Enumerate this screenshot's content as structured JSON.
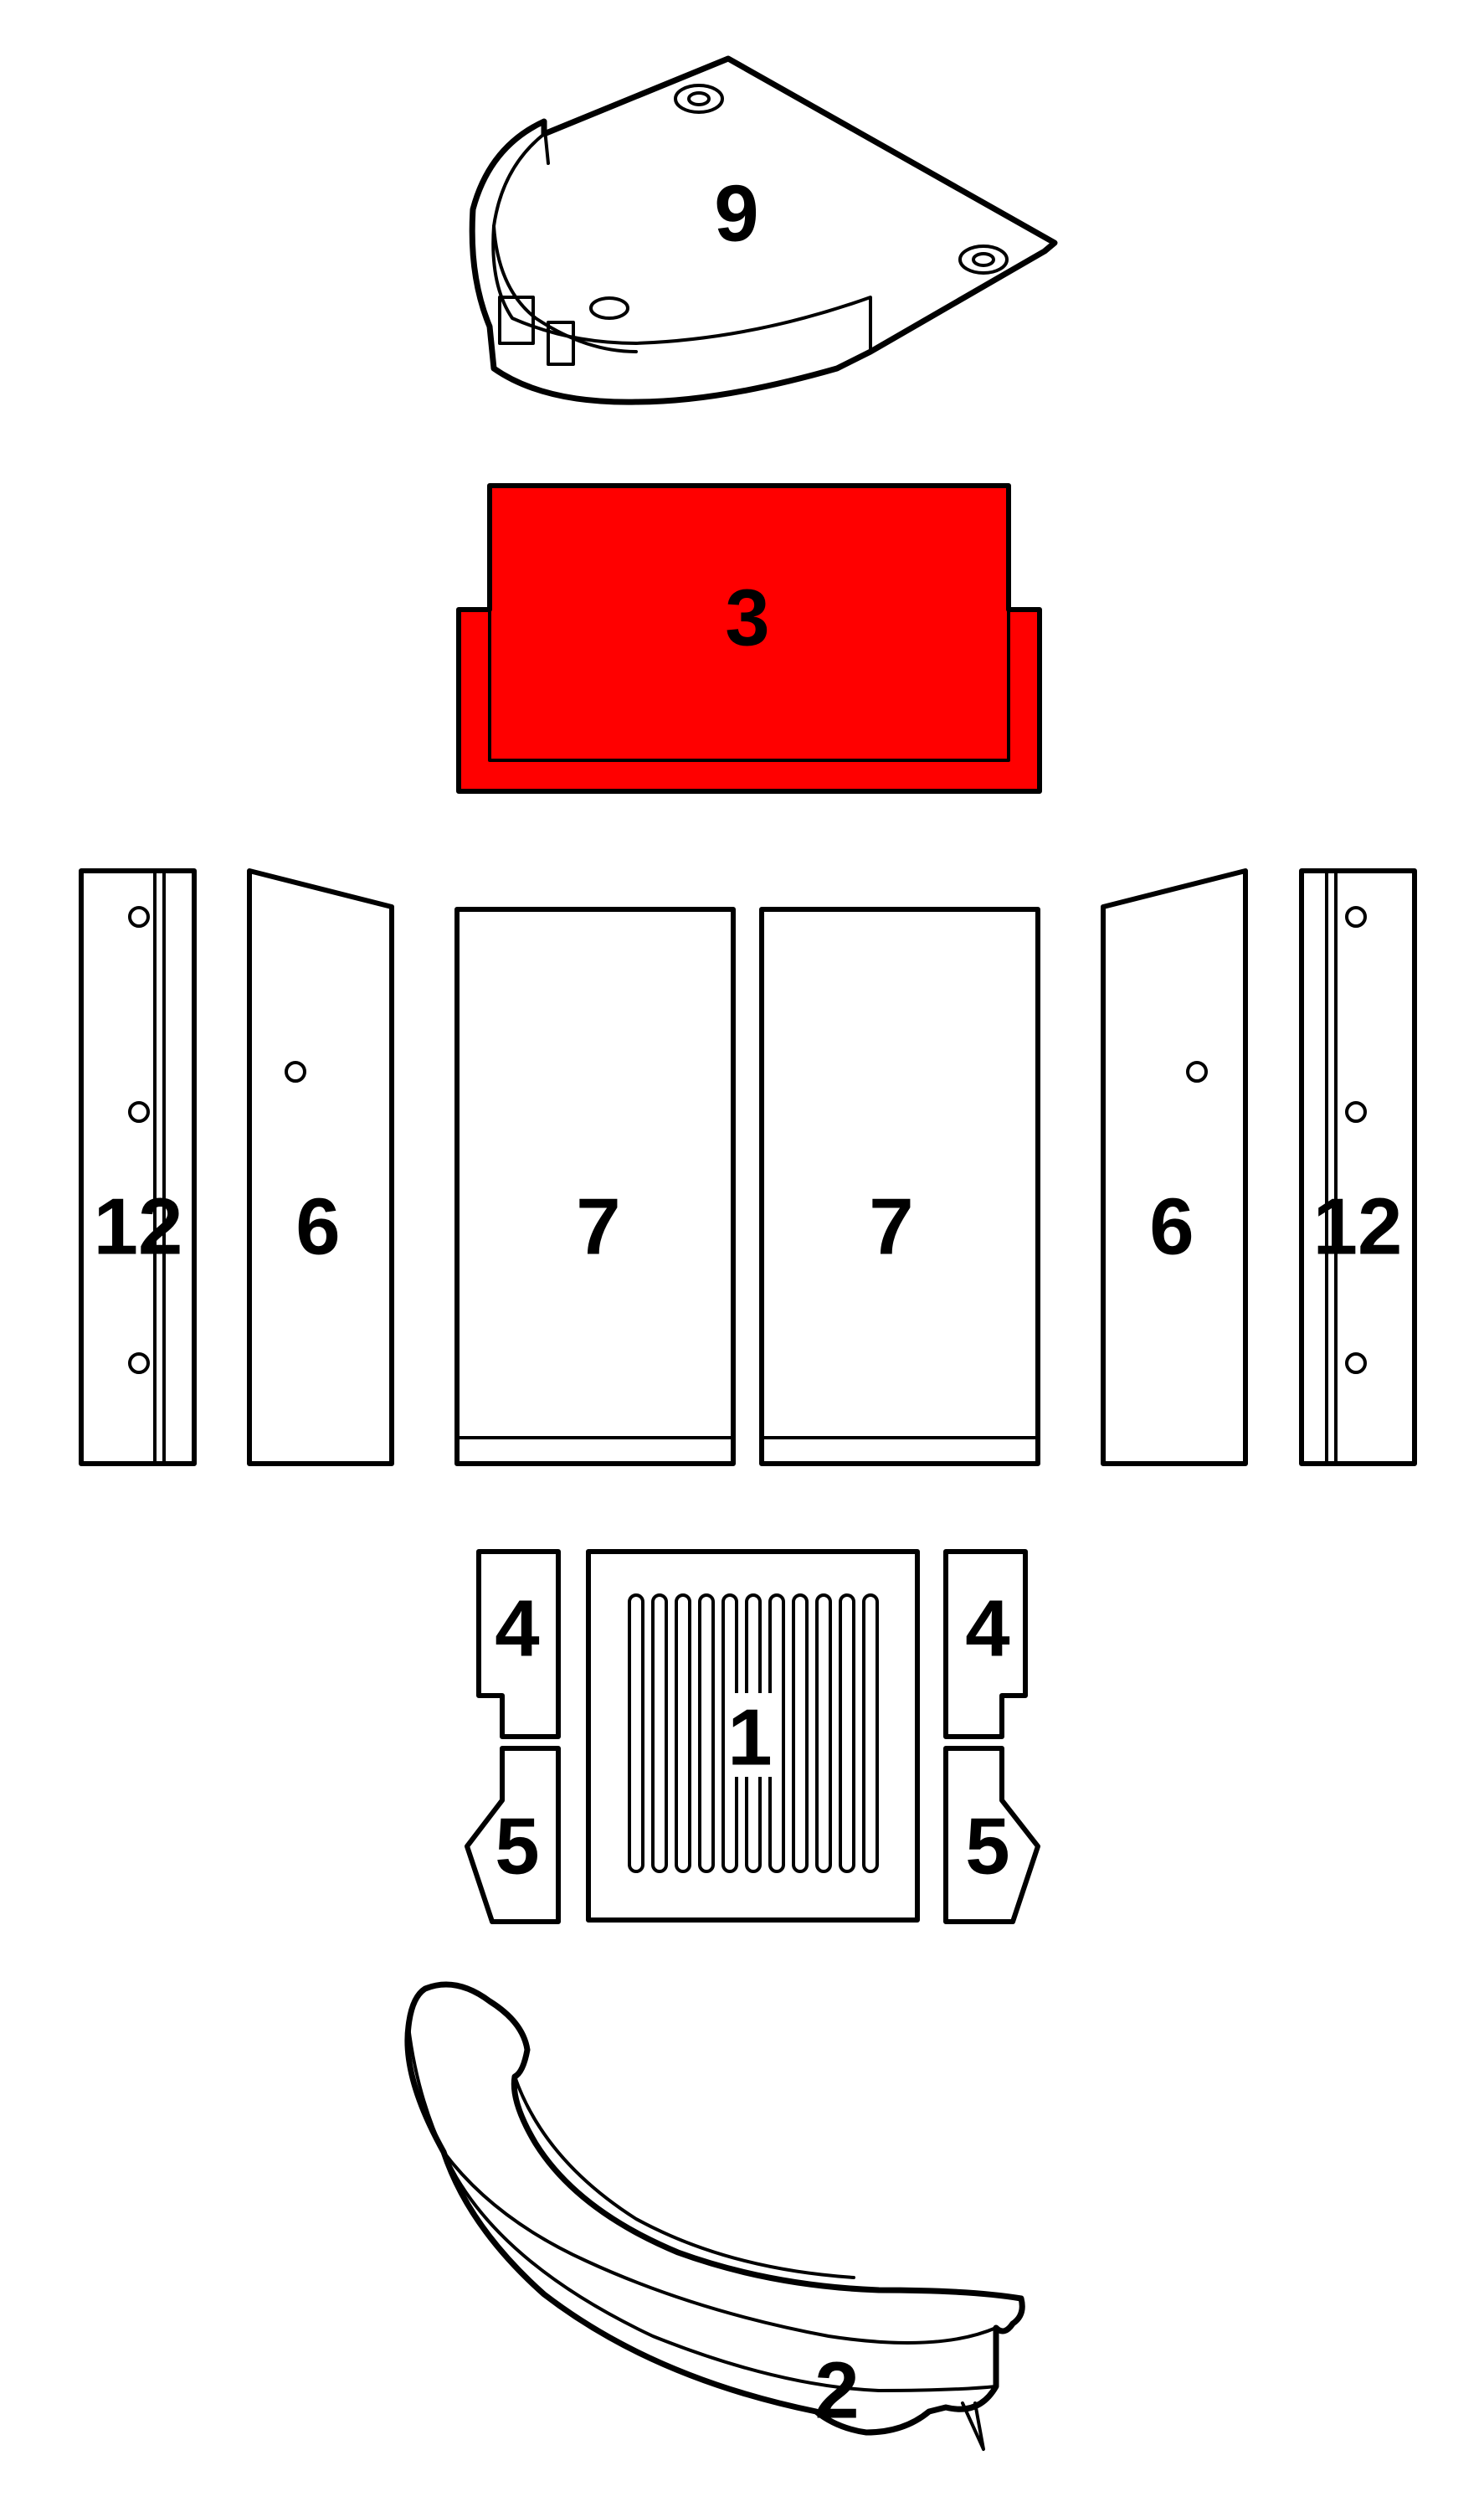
{
  "highlight_color": "#ff0000",
  "parts": {
    "p9": "9",
    "p3": "3",
    "p12_left": "12",
    "p6_left": "6",
    "p7_left": "7",
    "p7_right": "7",
    "p6_right": "6",
    "p12_right": "12",
    "p4_left": "4",
    "p4_right": "4",
    "p5_left": "5",
    "p5_right": "5",
    "p1": "1",
    "p2": "2"
  }
}
